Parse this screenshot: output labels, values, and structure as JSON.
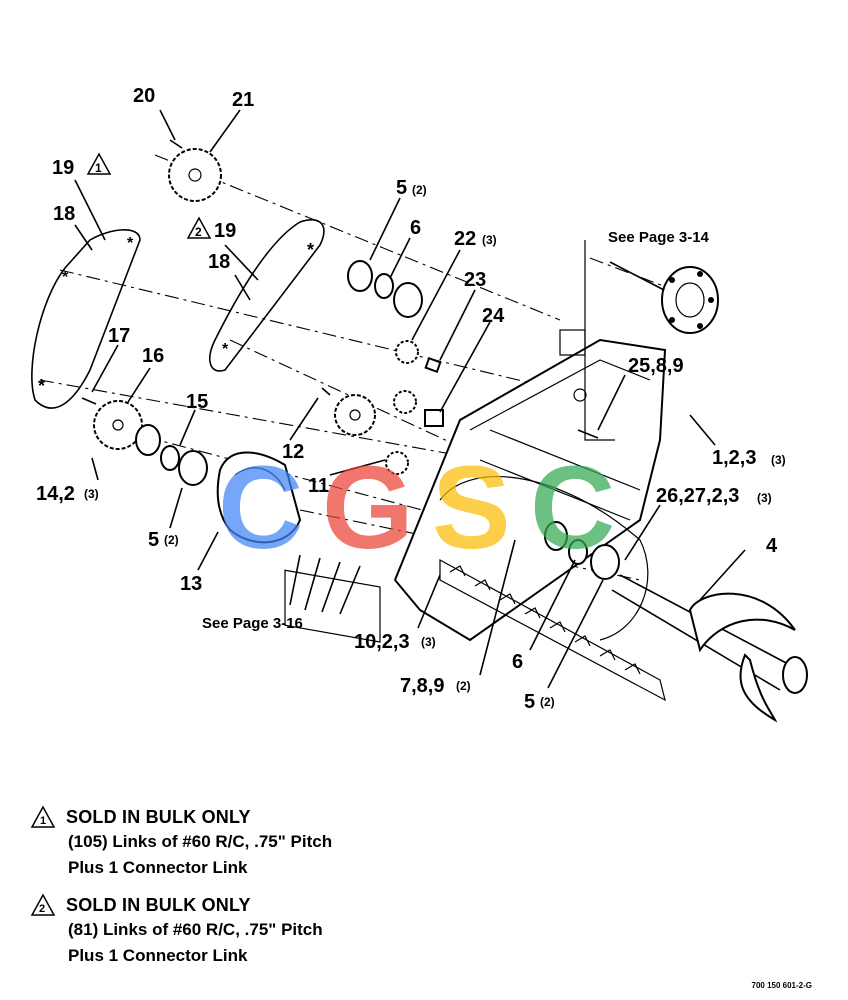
{
  "callouts": {
    "c20": "20",
    "c21": "21",
    "c19a": "19",
    "c18a": "18",
    "c5a": "5",
    "c5a_qty": "(2)",
    "c6a": "6",
    "c22": "22",
    "c22_qty": "(3)",
    "c19b": "19",
    "c18b": "18",
    "c23": "23",
    "c24": "24",
    "c17": "17",
    "c16": "16",
    "c15": "15",
    "c12": "12",
    "c11": "11",
    "c14": "14,2",
    "c14_qty": "(3)",
    "c5b": "5",
    "c5b_qty": "(2)",
    "c13": "13",
    "c25": "25,8,9",
    "c1": "1,2,3",
    "c1_qty": "(3)",
    "c26": "26,27,2,3",
    "c26_qty": "(3)",
    "c4": "4",
    "c10": "10,2,3",
    "c10_qty": "(3)",
    "c6b": "6",
    "c7": "7,8,9",
    "c7_qty": "(2)",
    "c5c": "5",
    "c5c_qty": "(2)",
    "tri1": "1",
    "tri2": "2"
  },
  "refs": {
    "see_3_14": "See Page 3-14",
    "see_3_16": "See Page 3-16"
  },
  "watermark": {
    "letters": [
      "C",
      "G",
      "S",
      "C"
    ],
    "colors": [
      "#4285F4",
      "#EA4335",
      "#FBBC05",
      "#34A853"
    ]
  },
  "notes": [
    {
      "marker": "1",
      "title": "SOLD IN BULK ONLY",
      "lines": [
        "(105) Links of #60 R/C, .75\" Pitch",
        "Plus 1 Connector Link"
      ]
    },
    {
      "marker": "2",
      "title": "SOLD IN BULK ONLY",
      "lines": [
        "(81) Links of #60 R/C, .75\" Pitch",
        "Plus 1 Connector Link"
      ]
    }
  ],
  "drawing_id": "700 150 601-2-G"
}
